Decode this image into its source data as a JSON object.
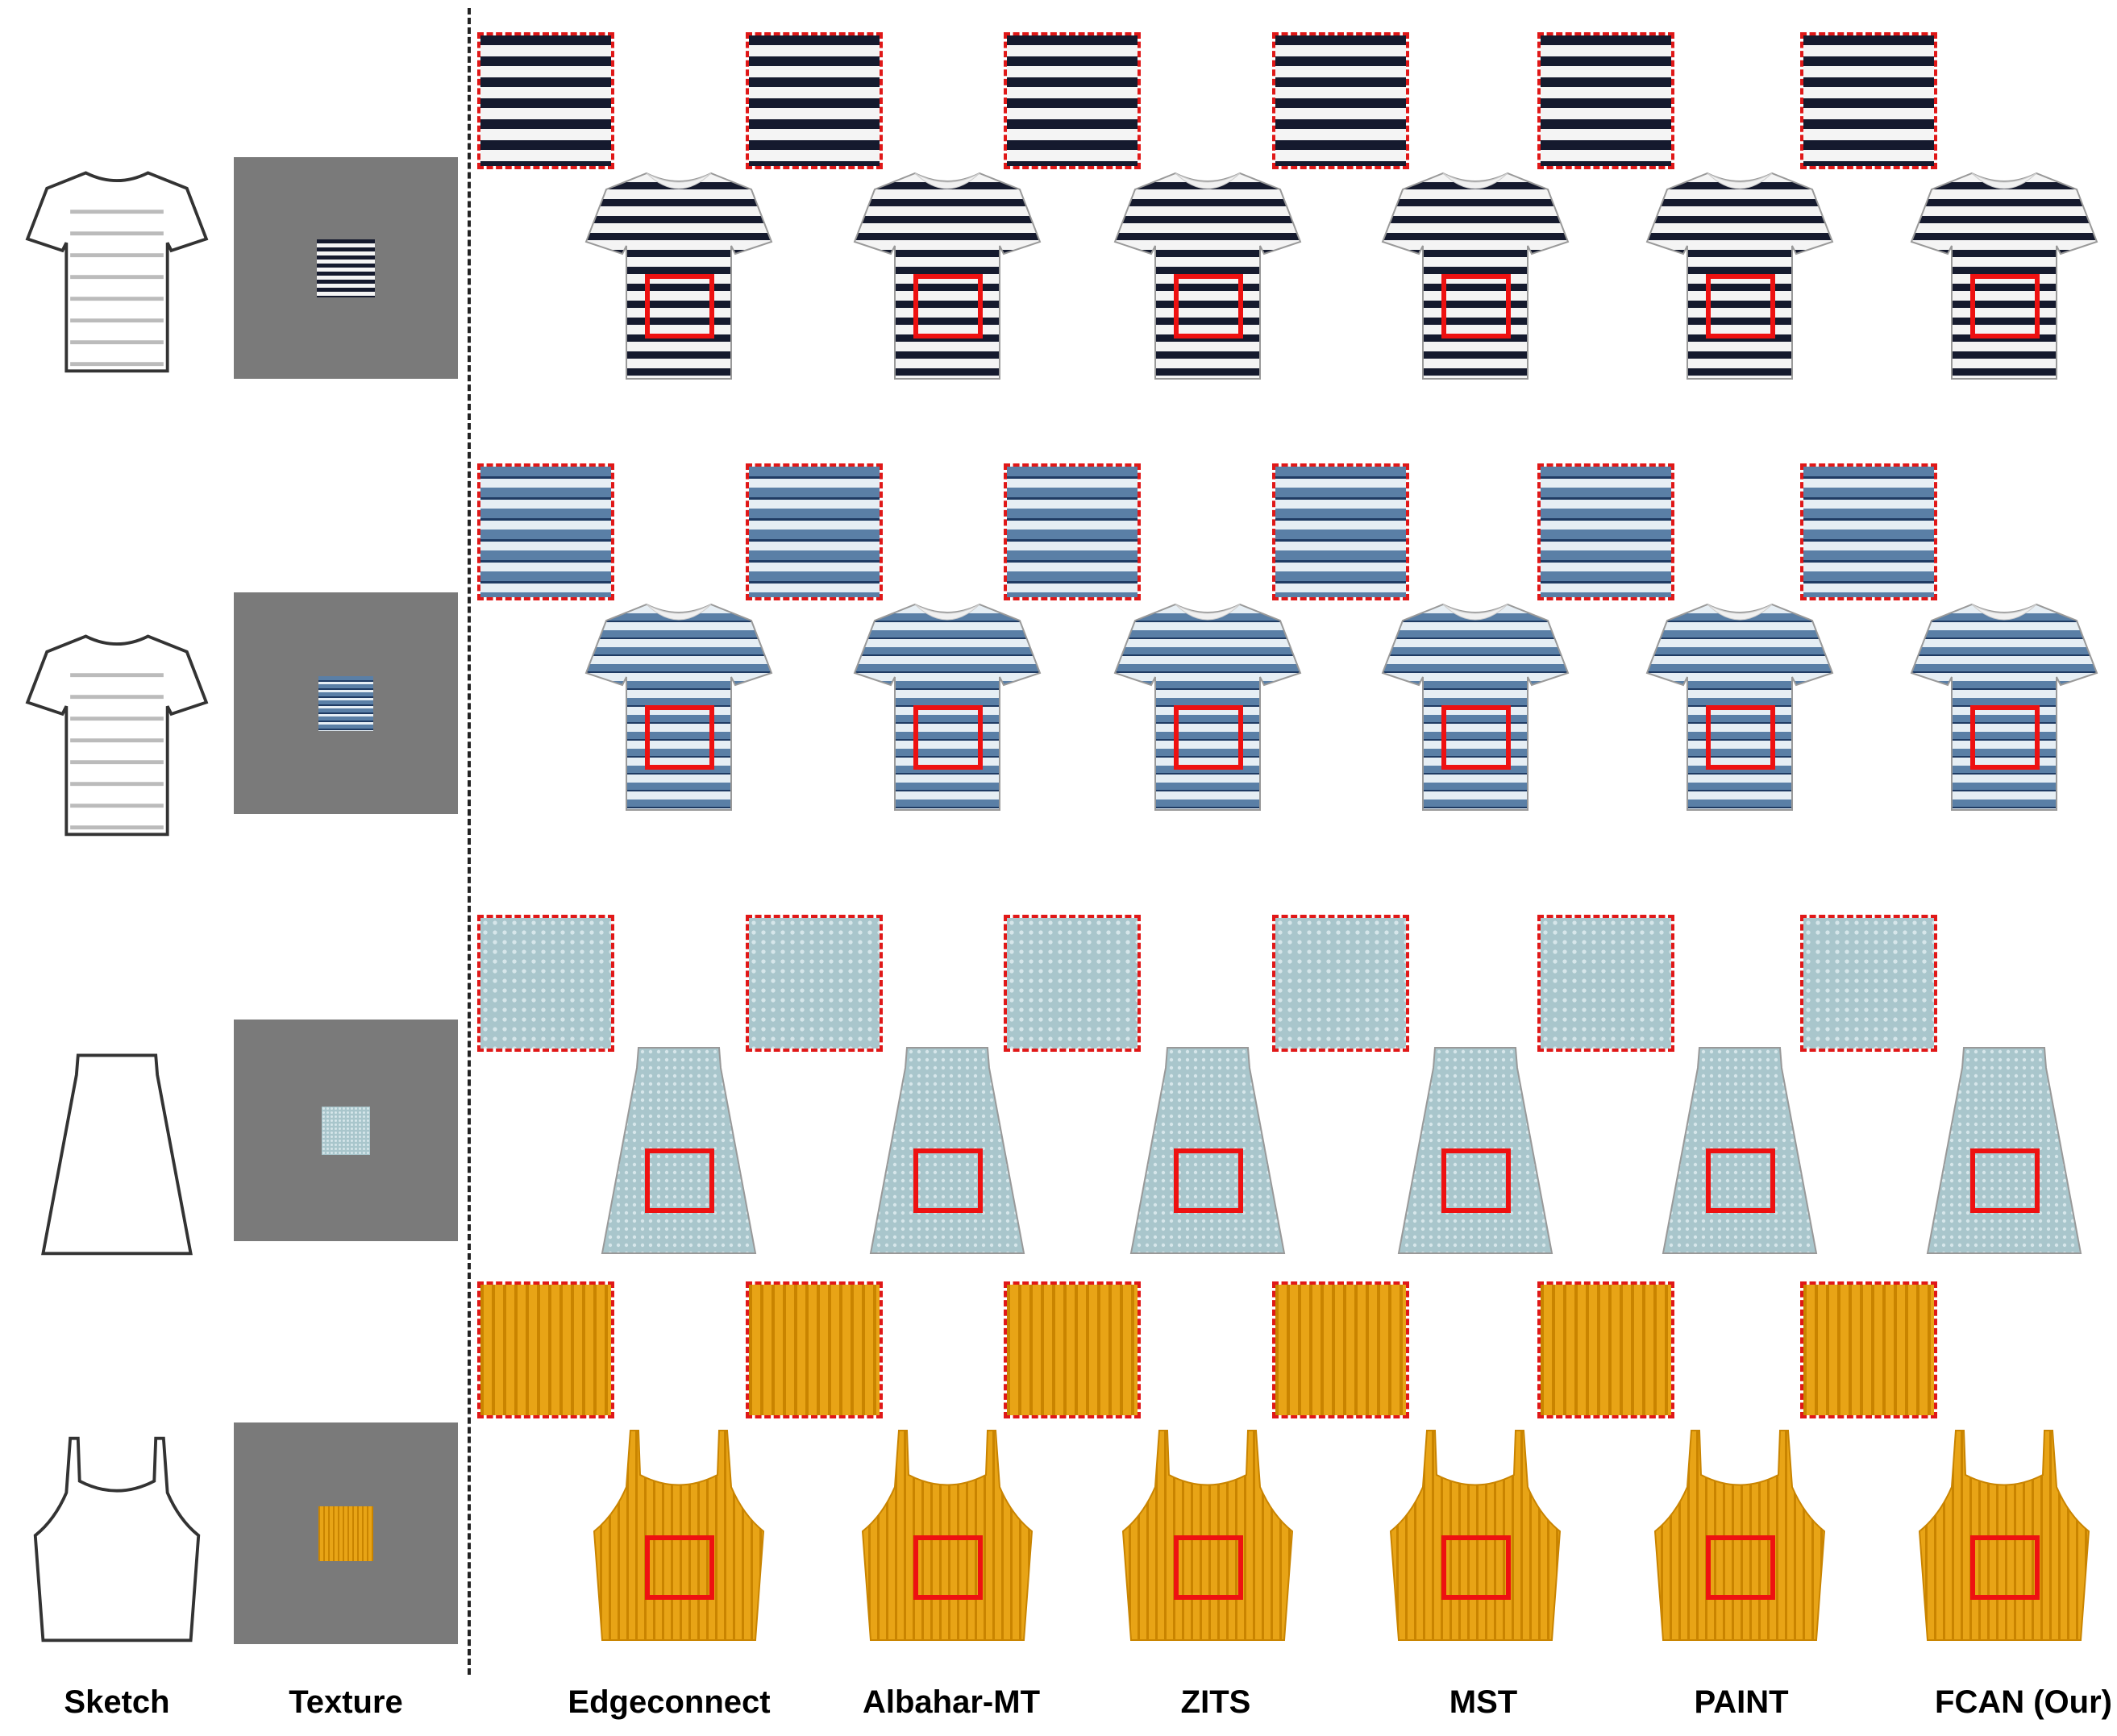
{
  "columns": {
    "sketch": "Sketch",
    "texture": "Texture",
    "methods": [
      "Edgeconnect",
      "Albahar-MT",
      "ZITS",
      "MST",
      "PAINT",
      "FCAN (Our)"
    ]
  },
  "rows": [
    {
      "kind": "tshirt",
      "pattern": "stripes-navy",
      "base": "#f4f4f4",
      "stripe": "#151a2e",
      "accent": "#e8e8e8"
    },
    {
      "kind": "tshirt",
      "pattern": "stripes-blue",
      "base": "#e6eef4",
      "stripe": "#5a7fa6",
      "accent": "#1f3b63"
    },
    {
      "kind": "skirt",
      "pattern": "dots-lightblue",
      "base": "#a9c6cc",
      "stripe": "#d6e6ea",
      "accent": "#8fb0b8"
    },
    {
      "kind": "tank",
      "pattern": "ribs-orange",
      "base": "#e8a416",
      "stripe": "#c98400",
      "accent": "#f2b632"
    }
  ],
  "colors": {
    "highlight_box": "#ee1111",
    "zoom_border": "#e01818",
    "texture_background": "#7a7a7a"
  }
}
